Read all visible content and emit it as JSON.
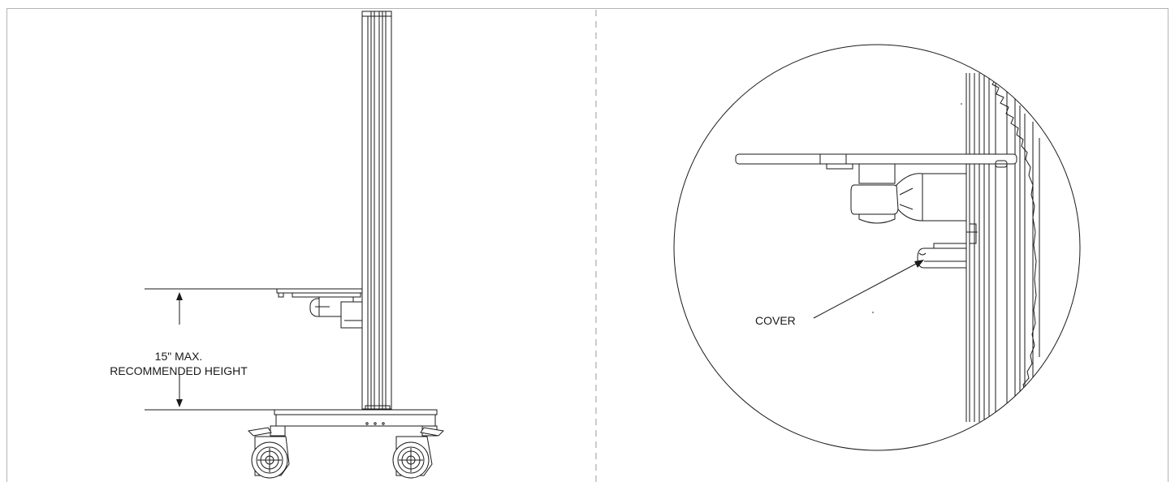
{
  "left_view": {
    "dimension_label_line1": "15\" MAX.",
    "dimension_label_line2": "RECOMMENDED HEIGHT"
  },
  "detail_view": {
    "callout_label": "COVER"
  },
  "colors": {
    "line": "#1a1a1a",
    "frame": "#b3b3b3",
    "divider": "#9a9a9a"
  }
}
